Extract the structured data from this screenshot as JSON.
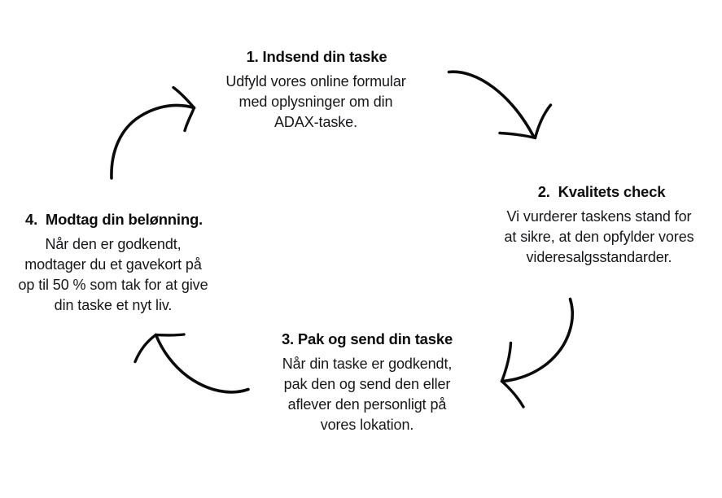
{
  "page": {
    "background_color": "#ffffff",
    "stroke_color": "#000000",
    "text_color": "#111111",
    "language": "da"
  },
  "steps": [
    {
      "id": "step-1",
      "title": "1. Indsend din taske",
      "lines": [
        "Udfyld vores online formular",
        "med oplysninger om din",
        "ADAX-taske."
      ]
    },
    {
      "id": "step-2",
      "title": "2.  Kvalitets check",
      "lines": [
        "Vi vurderer taskens stand for",
        "at sikre, at den opfylder vores",
        "videresalgsstandarder."
      ]
    },
    {
      "id": "step-3",
      "title": "3. Pak og send din taske",
      "lines": [
        "Når din taske er godkendt,",
        "pak den og send den eller",
        "aflever den personligt på",
        "vores lokation."
      ]
    },
    {
      "id": "step-4",
      "title": "4.  Modtag din belønning.",
      "lines": [
        "Når den er godkendt,",
        "modtager du et gavekort på",
        "op til 50 % som tak for at give",
        "din taske et nyt liv."
      ]
    }
  ],
  "arrows": [
    {
      "id": "arrow-1-to-2",
      "name": "arrow-top-right",
      "from_step": 1,
      "to_step": 2,
      "direction": "clockwise"
    },
    {
      "id": "arrow-2-to-3",
      "name": "arrow-bottom-right",
      "from_step": 2,
      "to_step": 3,
      "direction": "clockwise"
    },
    {
      "id": "arrow-3-to-4",
      "name": "arrow-bottom-left",
      "from_step": 3,
      "to_step": 4,
      "direction": "clockwise"
    },
    {
      "id": "arrow-4-to-1",
      "name": "arrow-top-left",
      "from_step": 4,
      "to_step": 1,
      "direction": "clockwise"
    }
  ]
}
